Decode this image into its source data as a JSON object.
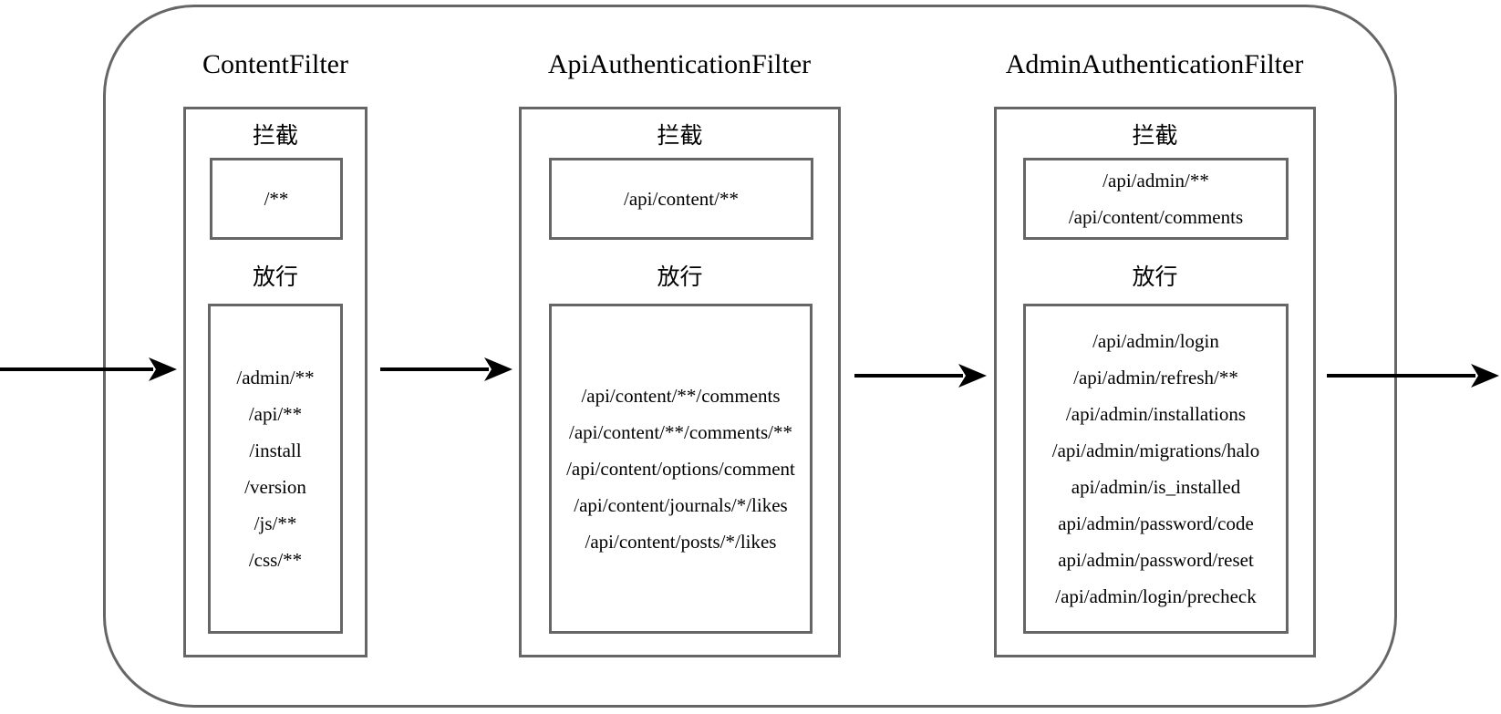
{
  "diagram": {
    "description": "filter-chain",
    "filters": [
      {
        "title": "ContentFilter",
        "intercept_label": "拦截",
        "intercept_paths": [
          "/**"
        ],
        "allow_label": "放行",
        "allow_paths": [
          "/admin/**",
          "/api/**",
          "/install",
          "/version",
          "/js/**",
          "/css/**"
        ]
      },
      {
        "title": "ApiAuthenticationFilter",
        "intercept_label": "拦截",
        "intercept_paths": [
          "/api/content/**"
        ],
        "allow_label": "放行",
        "allow_paths": [
          "/api/content/**/comments",
          "/api/content/**/comments/**",
          "/api/content/options/comment",
          "/api/content/journals/*/likes",
          "/api/content/posts/*/likes"
        ]
      },
      {
        "title": "AdminAuthenticationFilter",
        "intercept_label": "拦截",
        "intercept_paths": [
          "/api/admin/**",
          "/api/content/comments"
        ],
        "allow_label": "放行",
        "allow_paths": [
          "/api/admin/login",
          "/api/admin/refresh/**",
          "/api/admin/installations",
          "/api/admin/migrations/halo",
          "api/admin/is_installed",
          "api/admin/password/code",
          "api/admin/password/reset",
          "/api/admin/login/precheck"
        ]
      }
    ],
    "colors": {
      "border": "#666666",
      "arrow": "#000000",
      "text": "#000000",
      "background": "#ffffff"
    }
  }
}
